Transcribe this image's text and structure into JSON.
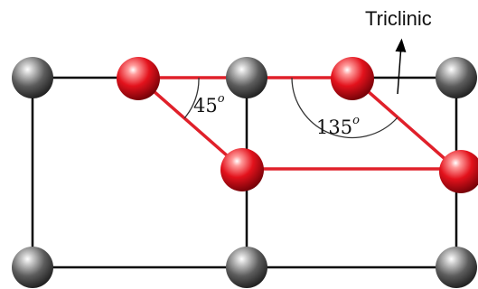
{
  "labels": {
    "lattice_type": "Triclinic",
    "acute_angle": "45",
    "obtuse_angle": "135",
    "degree_symbol": "o"
  },
  "colors": {
    "grid_line": "#000000",
    "cell_line": "#e0202a",
    "gray_atom": "#555555",
    "red_atom": "#d10f1a",
    "arc": "#333333"
  }
}
